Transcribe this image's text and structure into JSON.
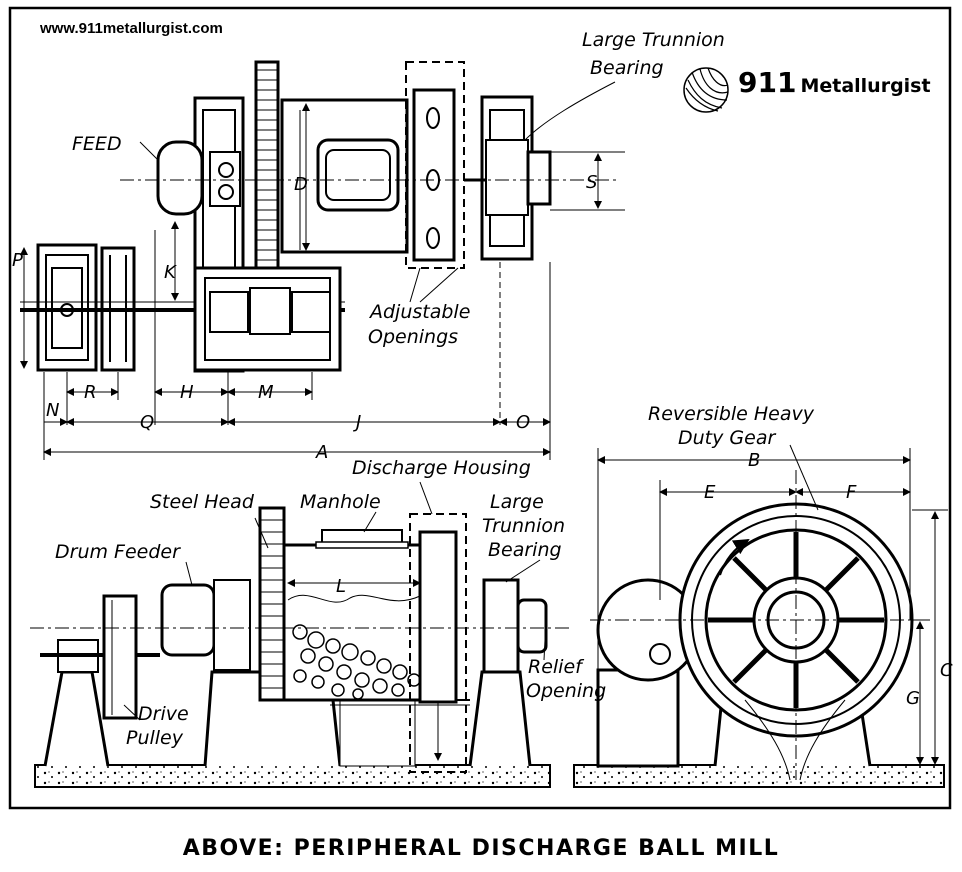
{
  "header": {
    "url": "www.911metallurgist.com",
    "logo_number": "911",
    "logo_word": "Metallurgist"
  },
  "plan_view": {
    "labels": {
      "large_trunnion_bearing_line1": "Large Trunnion",
      "large_trunnion_bearing_line2": "Bearing",
      "feed": "FEED",
      "adjustable_openings_line1": "Adjustable",
      "adjustable_openings_line2": "Openings"
    },
    "dimensions": {
      "d": "D",
      "s": "S",
      "p": "P",
      "k": "K",
      "n": "N",
      "r": "R",
      "h": "H",
      "m": "M",
      "q": "Q",
      "j": "J",
      "o": "O",
      "a": "A"
    }
  },
  "side_view": {
    "labels": {
      "discharge_housing": "Discharge Housing",
      "steel_head": "Steel Head",
      "manhole": "Manhole",
      "large_trunnion_bearing_line1": "Large",
      "large_trunnion_bearing_line2": "Trunnion",
      "large_trunnion_bearing_line3": "Bearing",
      "drum_feeder": "Drum Feeder",
      "relief_opening_line1": "Relief",
      "relief_opening_line2": "Opening",
      "drive_pulley_line1": "Drive",
      "drive_pulley_line2": "Pulley"
    },
    "dimensions": {
      "l": "L"
    }
  },
  "end_view": {
    "labels": {
      "reversible_gear_line1": "Reversible Heavy",
      "reversible_gear_line2": "Duty Gear"
    },
    "dimensions": {
      "b": "B",
      "e": "E",
      "f": "F",
      "c": "C",
      "g": "G"
    }
  },
  "caption": "ABOVE: PERIPHERAL DISCHARGE BALL MILL"
}
